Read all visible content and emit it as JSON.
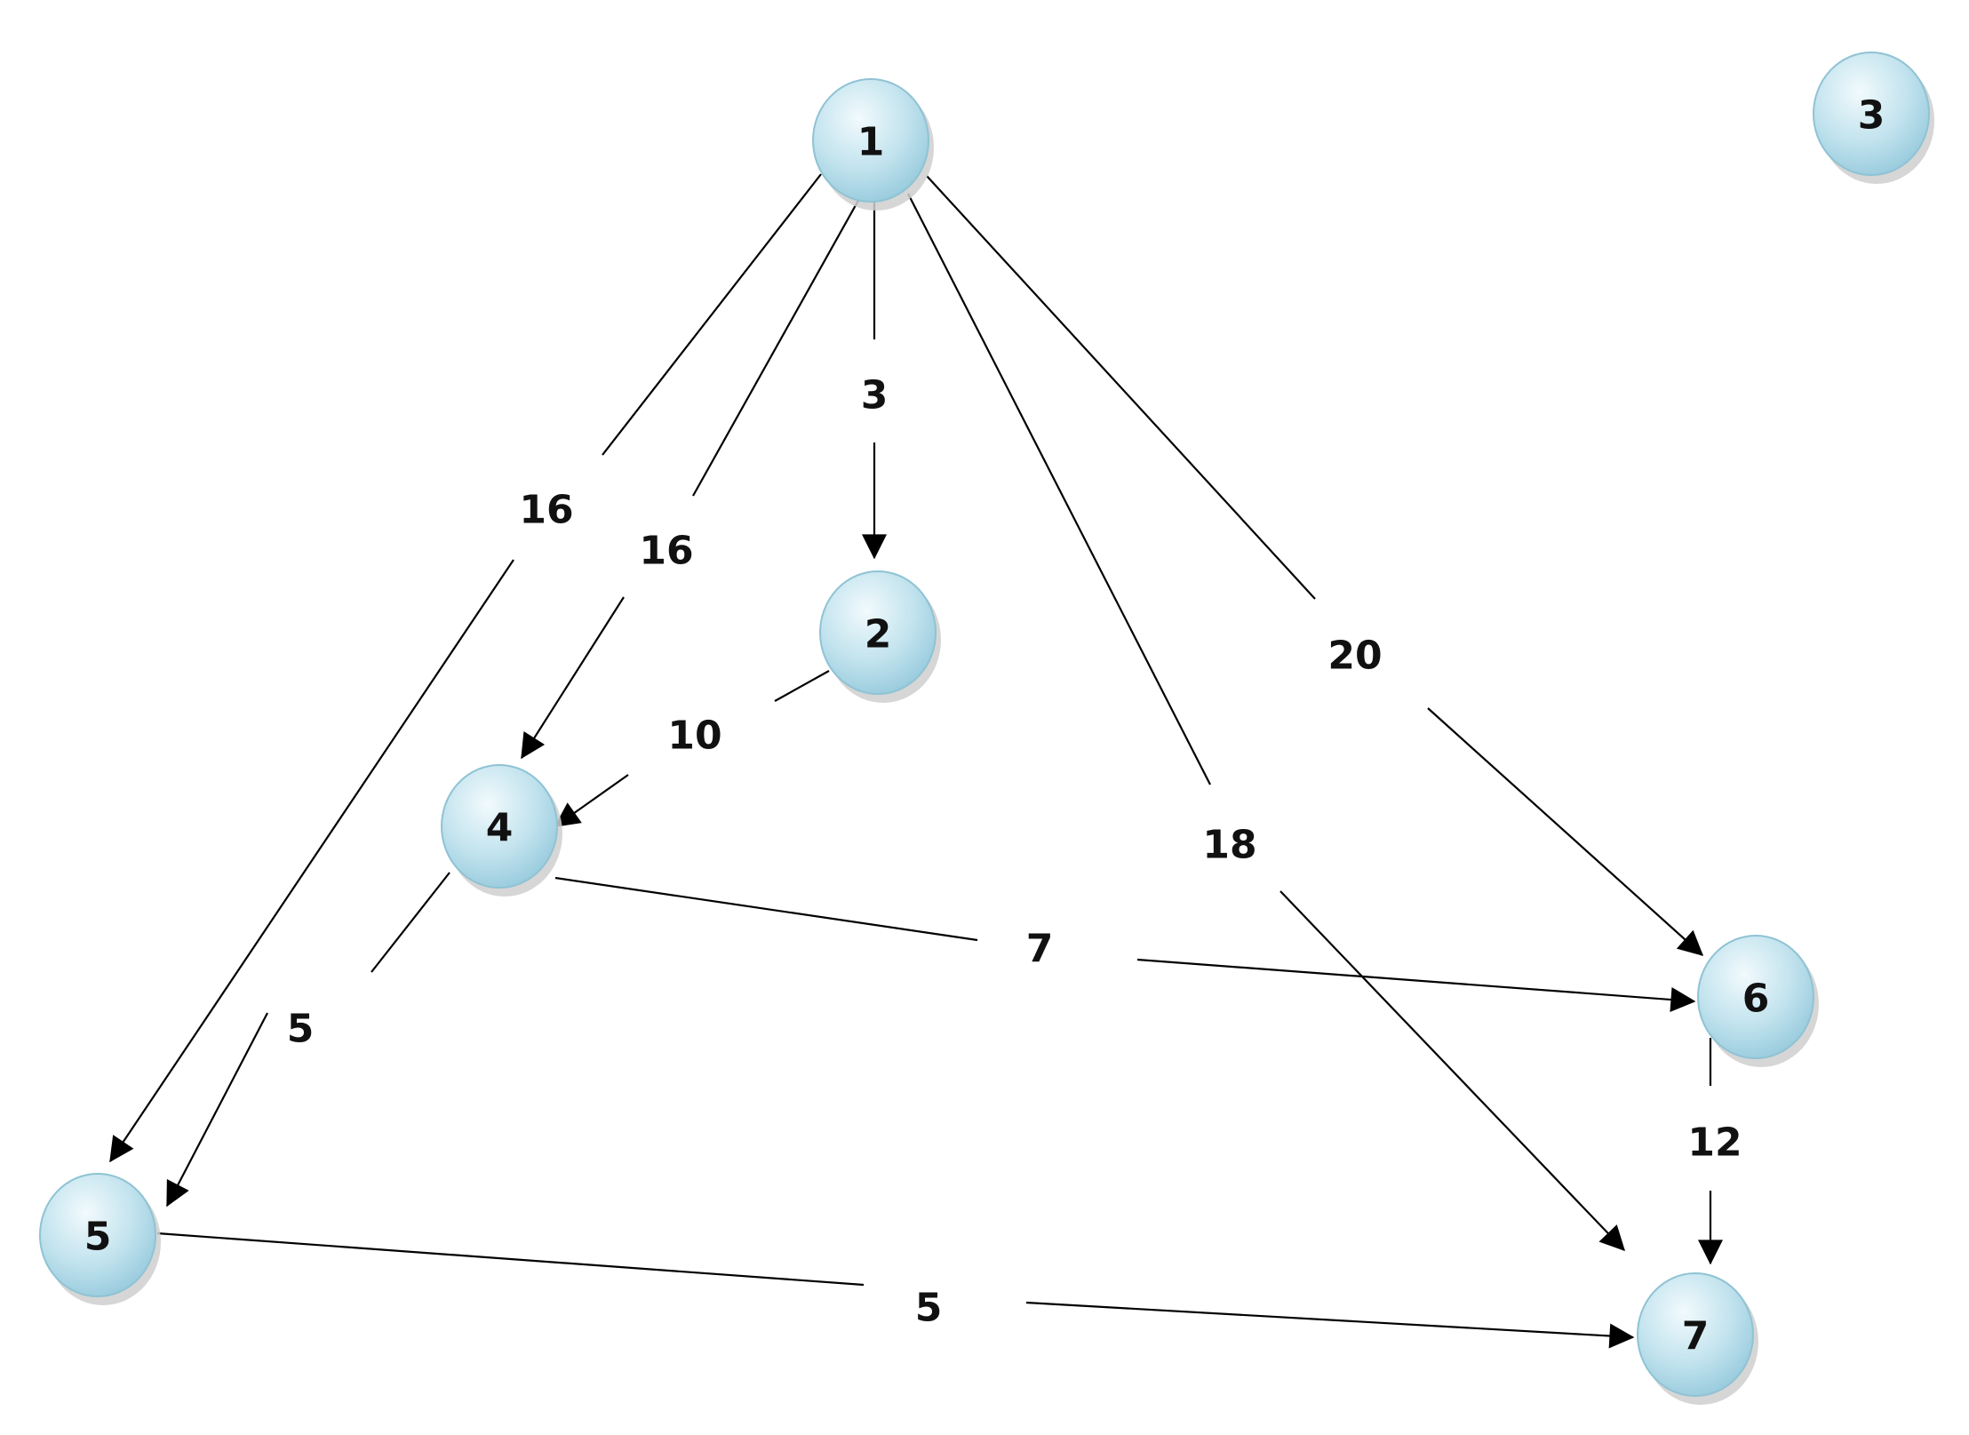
{
  "colors": {
    "node_fill_light": "#eef7fb",
    "node_fill_dark": "#9fd0e0",
    "node_stroke": "#8fc3d4",
    "edge": "#000000",
    "text": "#111111"
  },
  "nodes": [
    {
      "id": "1",
      "label": "1"
    },
    {
      "id": "2",
      "label": "2"
    },
    {
      "id": "3",
      "label": "3"
    },
    {
      "id": "4",
      "label": "4"
    },
    {
      "id": "5",
      "label": "5"
    },
    {
      "id": "6",
      "label": "6"
    },
    {
      "id": "7",
      "label": "7"
    }
  ],
  "edges": [
    {
      "from": "1",
      "to": "5",
      "weight": "16"
    },
    {
      "from": "1",
      "to": "4",
      "weight": "16"
    },
    {
      "from": "1",
      "to": "2",
      "weight": "3"
    },
    {
      "from": "1",
      "to": "7",
      "weight": "18"
    },
    {
      "from": "1",
      "to": "6",
      "weight": "20"
    },
    {
      "from": "2",
      "to": "4",
      "weight": "10"
    },
    {
      "from": "4",
      "to": "5",
      "weight": "5"
    },
    {
      "from": "4",
      "to": "6",
      "weight": "7"
    },
    {
      "from": "5",
      "to": "7",
      "weight": "5"
    },
    {
      "from": "6",
      "to": "7",
      "weight": "12"
    }
  ]
}
